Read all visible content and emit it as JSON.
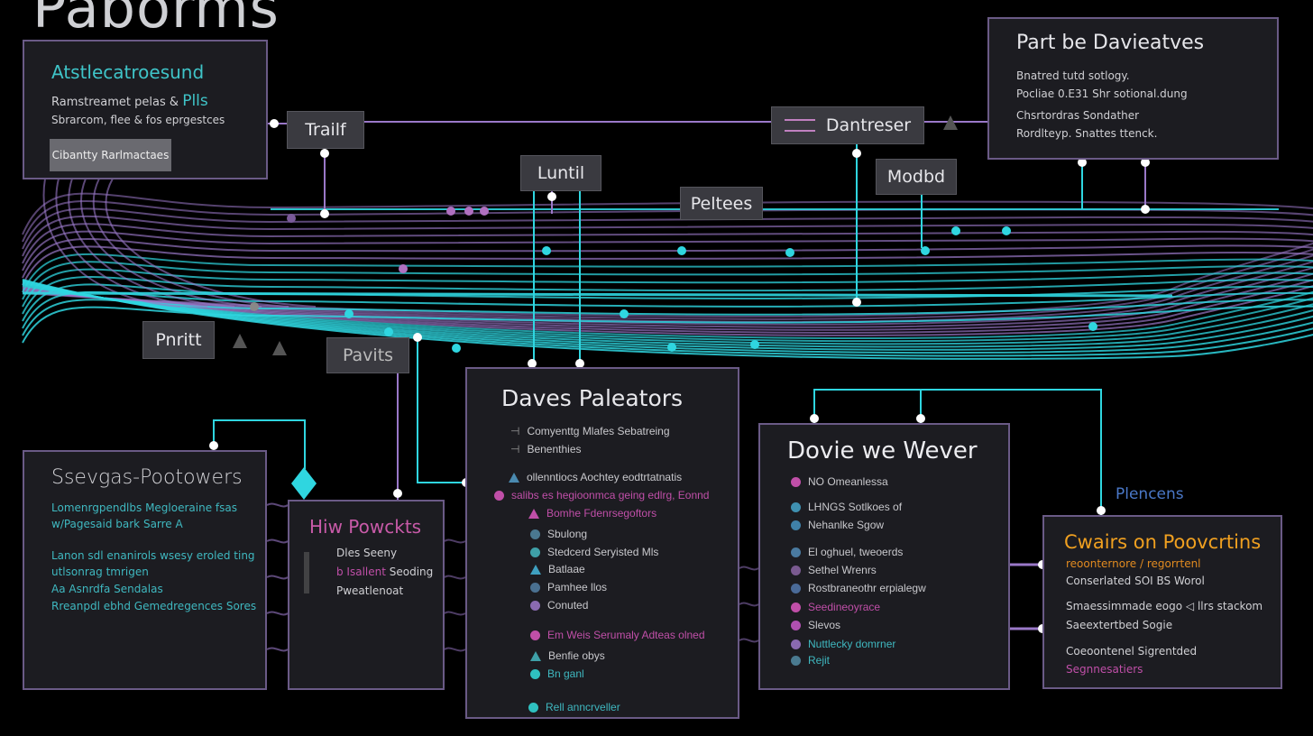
{
  "title": "Paborms",
  "tags": {
    "trailf": "Trailf",
    "luntil": "Luntil",
    "peltees": "Peltees",
    "dantreser": "Dantreser",
    "modbd": "Modbd",
    "pnritt": "Pnritt",
    "pavits": "Pavits"
  },
  "box_a": {
    "title": "Atstlecatroesund",
    "line1": "Ramstreamet pelas &",
    "line1_accent": "Plls",
    "line2": "Sbrarcom, flee & fos eprgestces",
    "button": "Cibantty Rarlmactaes"
  },
  "box_b": {
    "title": "Part be Davieatves",
    "lines": [
      "Bnatred tutd sotlogy.",
      "Pocliae 0.E31 Shr sotional.dung",
      "Chsrtordras Sondather",
      "Rordlteyp. Snattes ttenck."
    ]
  },
  "box_daves": {
    "title": "Daves Paleators",
    "lines": [
      {
        "text": "Comyenttg Mlafes Sebatreing",
        "color": "#c8c8cc"
      },
      {
        "text": "Benenthies",
        "color": "#c8c8cc"
      },
      {
        "text": "ollenntiocs Aochtey eodtrtatnatis",
        "color": "#c8c8cc"
      },
      {
        "text": "salibs es hegioonmca geing edlrg, Eonnd",
        "color": "#c04fa8"
      },
      {
        "text": "Bomhe Fdenrsegoftors",
        "color": "#c04fa8"
      },
      {
        "text": "Sbulong",
        "color": "#c8c8cc"
      },
      {
        "text": "Stedcerd Seryisted Mls",
        "color": "#c8c8cc"
      },
      {
        "text": "Batlaae",
        "color": "#c8c8cc"
      },
      {
        "text": "Pamhee llos",
        "color": "#c8c8cc"
      },
      {
        "text": "Conuted",
        "color": "#c8c8cc"
      },
      {
        "text": "Em Weis Serumaly Adteas olned",
        "color": "#c04fa8"
      },
      {
        "text": "Benfie obys",
        "color": "#c8c8cc"
      },
      {
        "text": "Bn ganl",
        "color": "#3fb8c0"
      },
      {
        "text": "Rell anncrveller",
        "color": "#3fb8c0"
      }
    ]
  },
  "box_dovie": {
    "title": "Dovie we Wever",
    "lines": [
      {
        "text": "NO Omeanlessa",
        "color": "#c8c8cc"
      },
      {
        "text": "LHNGS Sotlkoes of",
        "color": "#c8c8cc"
      },
      {
        "text": "Nehanlke Sgow",
        "color": "#c8c8cc"
      },
      {
        "text": "El oghuel, tweoerds",
        "color": "#c8c8cc"
      },
      {
        "text": "Sethel Wrenrs",
        "color": "#c8c8cc"
      },
      {
        "text": "Rostbraneothr erpialegw",
        "color": "#c8c8cc"
      },
      {
        "text": "Seedineoyrace",
        "color": "#c04fa8"
      },
      {
        "text": "Slevos",
        "color": "#c8c8cc"
      },
      {
        "text": "Nuttlecky domrner",
        "color": "#3fb8c0"
      },
      {
        "text": "Rejit",
        "color": "#3fb8c0"
      }
    ]
  },
  "plencens": "Plencens",
  "box_cwairs": {
    "title": "Cwairs on Poovcrtins",
    "subtitle": "reoonternore / regorrtenl",
    "lines": [
      "Conserlated SOI BS Worol",
      "Smaessimmade eogo ◁ llrs stackom",
      "Saeextertbed Sogie",
      "Coeoontenel Sigrentded"
    ],
    "accent_line": "Segnnesatiers"
  },
  "box_sseves": {
    "title": "Ssevgas-Pootowers",
    "lines": [
      "Lomenrgpendlbs Megloeraine fsas",
      "w/Pagesaid bark Sarre A",
      "Lanon sdl enanirols wsesy eroled ting",
      "utlsonrag tmrigen",
      "Aa Asnrdfa Sendalas",
      "Rreanpdl ebhd Gemedregences Sores"
    ]
  },
  "box_hiw": {
    "title": "Hiw Powckts",
    "line1": "Dles Seeny",
    "line2_accent": "b Isallent",
    "line2": "Seoding",
    "line3": "Pweatlenoat"
  },
  "colors": {
    "cyan": "#2fd6e0",
    "purple": "#9a78c8",
    "magenta": "#c04fa8",
    "orange": "#f0a020",
    "border": "#6a5a86"
  }
}
